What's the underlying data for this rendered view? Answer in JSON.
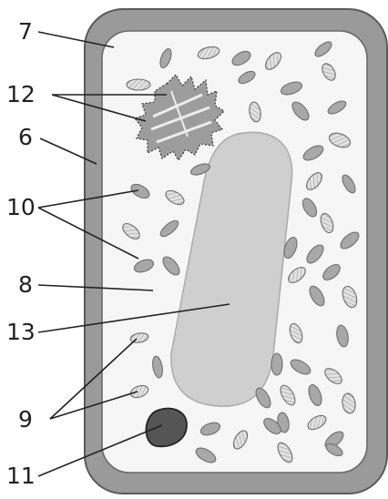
{
  "labels": {
    "l7": "7",
    "l12": "12",
    "l6": "6",
    "l10": "10",
    "l8": "8",
    "l13": "13",
    "l9": "9",
    "l11": "11"
  },
  "colors": {
    "cell_wall": "#9a9a9a",
    "cell_wall_outline": "#5a5a5a",
    "membrane_outline": "#6a6a6a",
    "cytoplasm": "#f6f6f6",
    "vacuole": "#cfcfcf",
    "organelle": "#a8a8a8",
    "nucleus": "#555555",
    "label_text": "#222222"
  }
}
